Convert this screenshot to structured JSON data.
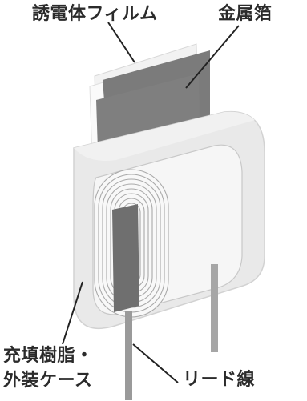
{
  "labels": {
    "dielectric_film": "誘電体フィルム",
    "metal_foil": "金属箔",
    "filling_resin_line1": "充填樹脂・",
    "filling_resin_line2": "外装ケース",
    "lead_wire": "リード線"
  },
  "colors": {
    "text": "#2b2b2b",
    "case": "#e7e7e7",
    "film": "#f4f4f4",
    "foil": "#7b7b7b",
    "lead": "#9a9a9a"
  }
}
